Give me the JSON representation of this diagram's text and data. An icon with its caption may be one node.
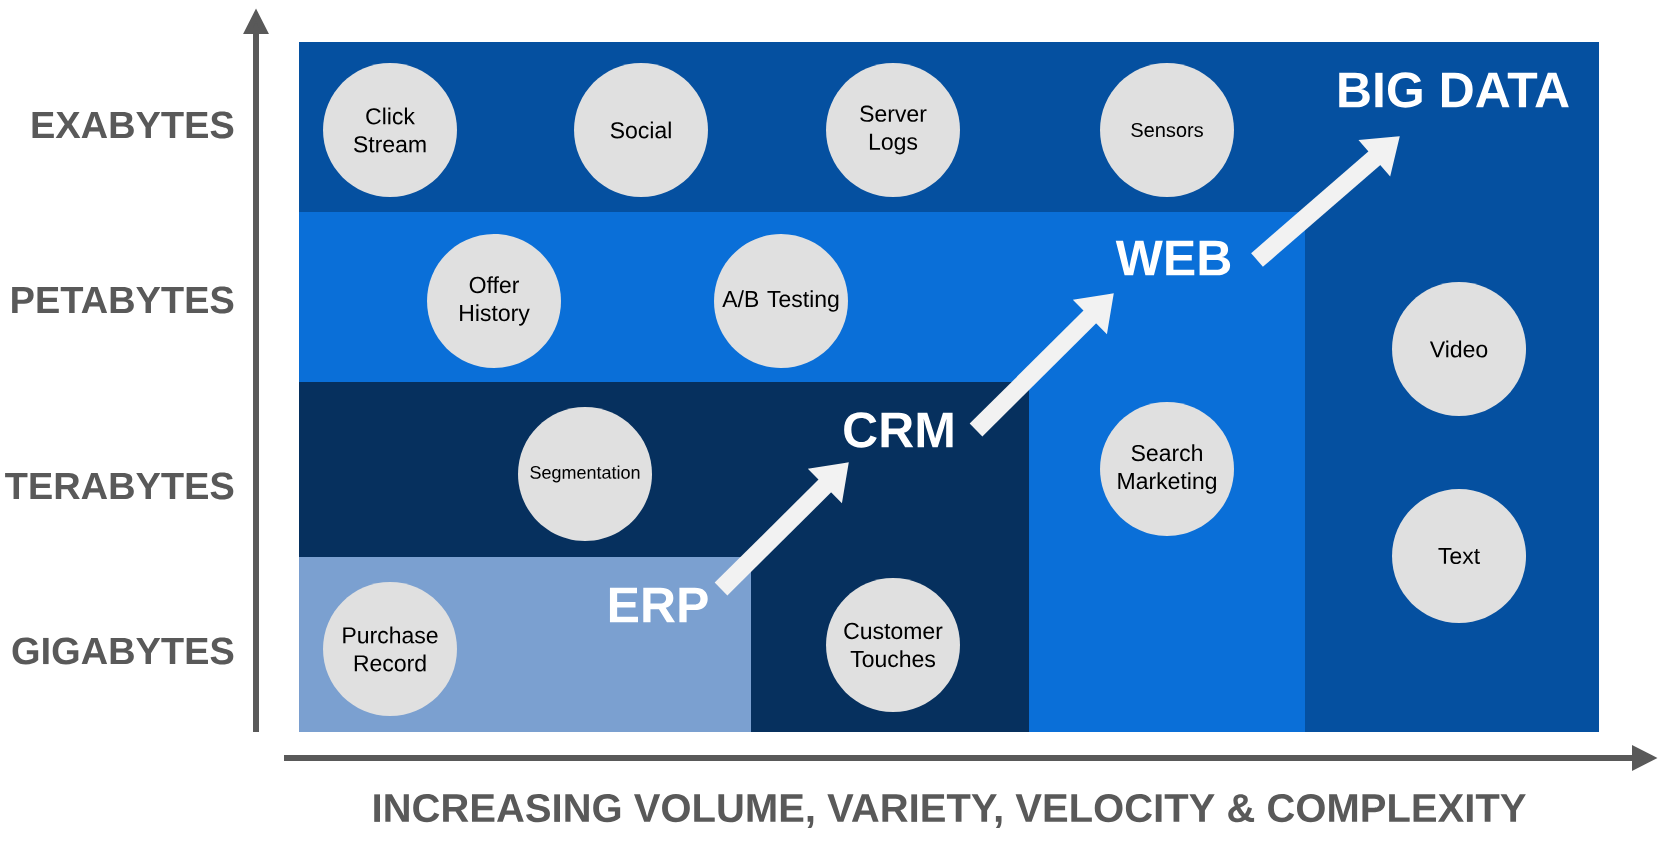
{
  "diagram": {
    "nodes": [
      {
        "text": [
          "BIG DATA"
        ]
      },
      {
        "text": [
          "Click Stream"
        ],
        "in": 0
      },
      {
        "text": [
          "Social"
        ],
        "in": 0
      },
      {
        "text": [
          "Server Logs"
        ],
        "in": 0
      },
      {
        "text": [
          "Sensors"
        ],
        "in": 0
      },
      {
        "text": [
          "WEB"
        ],
        "in": 0
      },
      {
        "text": [
          "Offer History"
        ],
        "in": 5
      },
      {
        "text": [
          "A/B Testing"
        ],
        "in": 5
      },
      {
        "text": [
          "Video"
        ],
        "in": 0
      },
      {
        "text": [
          "CRM"
        ],
        "in": 5
      },
      {
        "text": [
          "Segmentation"
        ],
        "in": 9
      },
      {
        "text": [
          "Search Marketing"
        ],
        "in": 5
      },
      {
        "text": [
          "ERP"
        ],
        "in": 9
      },
      {
        "text": [
          "Text"
        ],
        "in": 0
      },
      {
        "text": [
          "Customer Touches"
        ],
        "in": 9
      },
      {
        "text": [
          "Purchase Record"
        ],
        "in": 12
      }
    ],
    "edges": [
      {
        "from": 12,
        "to": 9,
        "arrow": "to"
      },
      {
        "from": 9,
        "to": 5,
        "arrow": "to"
      },
      {
        "from": 5,
        "to": 0,
        "arrow": "to"
      }
    ],
    "labels": [
      "EXABYTES",
      "PETABYTES",
      "TERABYTES",
      "GIGABYTES",
      "INCREASING VOLUME, VARIETY, VELOCITY & COMPLEXITY"
    ]
  }
}
